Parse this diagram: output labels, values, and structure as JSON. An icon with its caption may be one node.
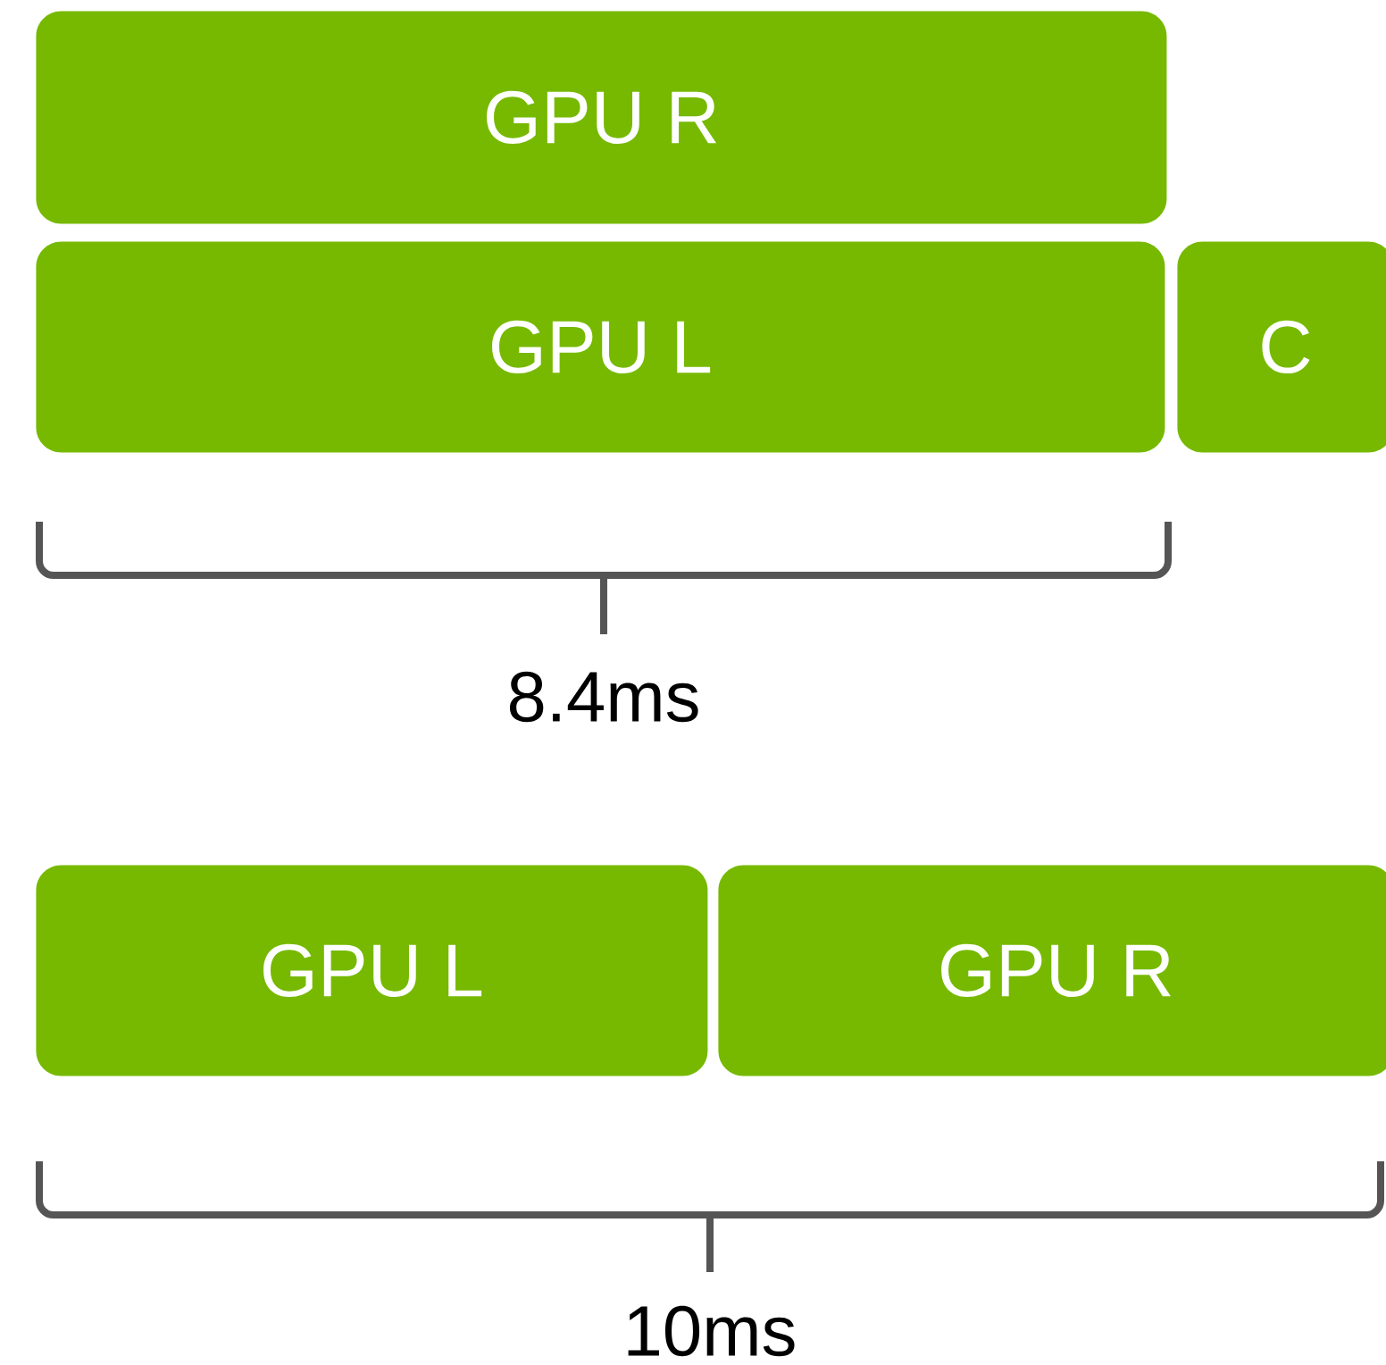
{
  "diagram": {
    "nodes": [
      {
        "text": [
          "GPU R"
        ]
      },
      {
        "text": [
          "GPU L"
        ]
      },
      {
        "text": [
          "C"
        ]
      },
      {
        "text": [
          "GPU L"
        ]
      },
      {
        "text": [
          "GPU R"
        ]
      }
    ],
    "labels": [
      "8.4ms",
      "10ms"
    ]
  }
}
